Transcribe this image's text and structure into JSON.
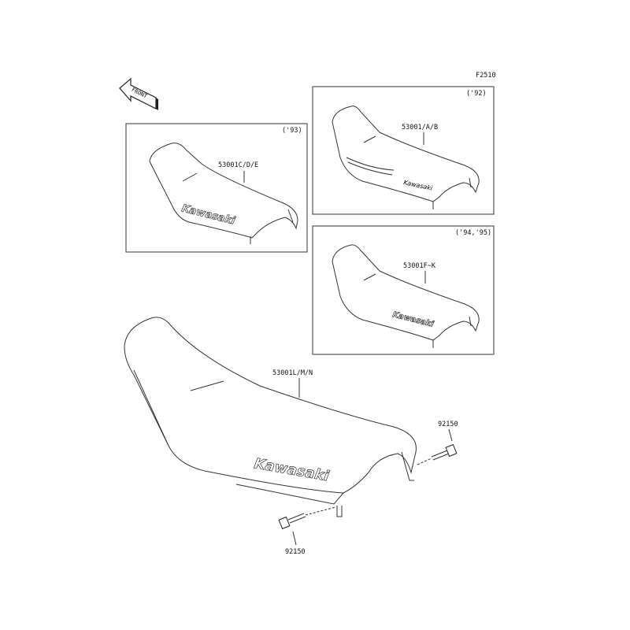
{
  "figure_code": "F2510",
  "front_indicator": "FRONT",
  "panels": [
    {
      "year": "('93)",
      "part_number": "53001C/D/E",
      "logo": "Kawasaki"
    },
    {
      "year": "('92)",
      "part_number": "53001/A/B",
      "logo": "Kawasaki"
    },
    {
      "year": "('94,'95)",
      "part_number": "53001F~K",
      "logo": "Kawasaki"
    }
  ],
  "main_seat": {
    "part_number": "53001L/M/N",
    "logo": "Kawasaki"
  },
  "bolts": [
    {
      "part_number": "92150"
    },
    {
      "part_number": "92150"
    }
  ]
}
